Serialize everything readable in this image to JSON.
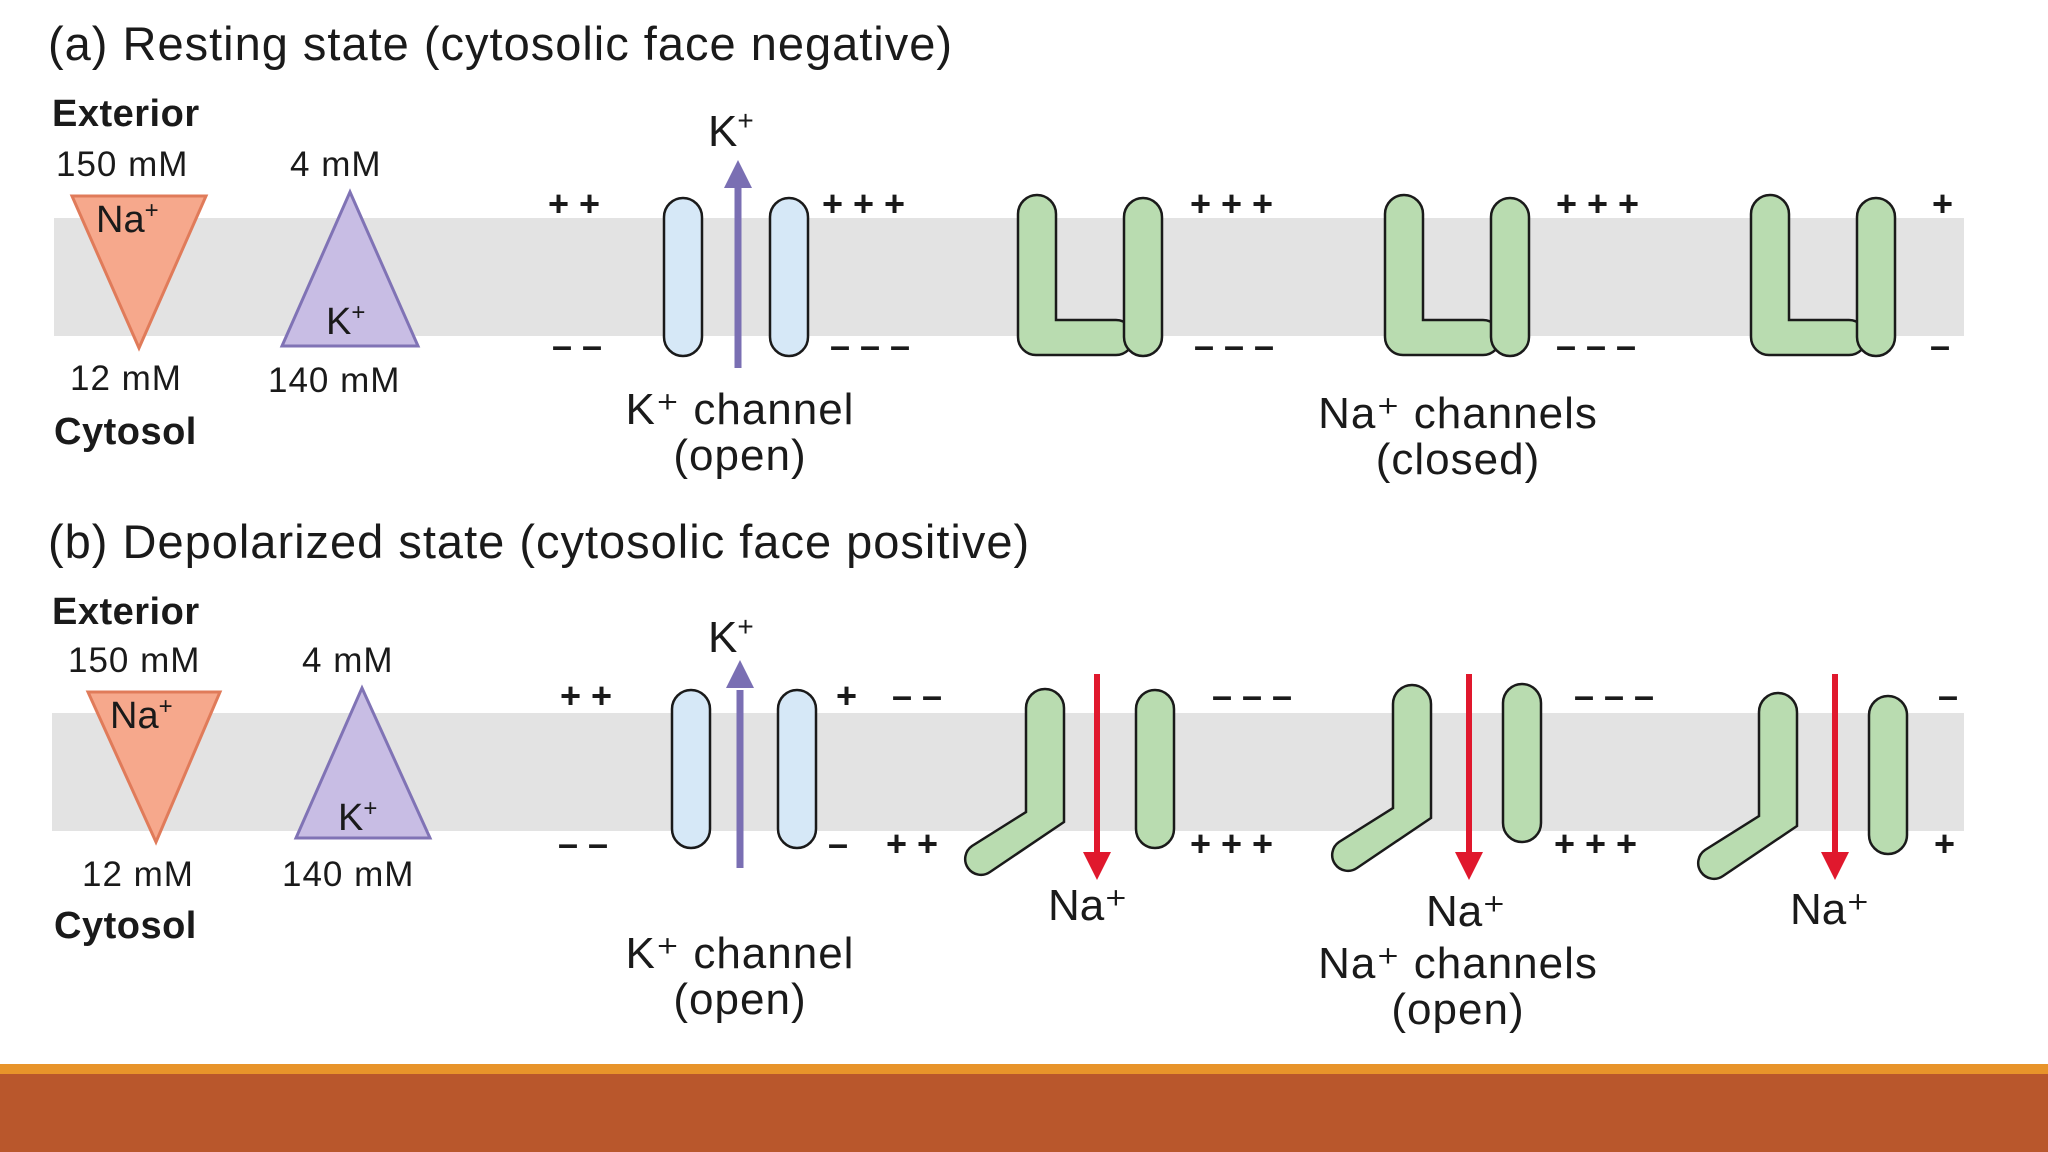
{
  "panel_a": {
    "title": "(a) Resting state (cytosolic face negative)",
    "exterior": "Exterior",
    "cytosol": "Cytosol",
    "na_out": "150 mM",
    "k_out": "4 mM",
    "na_in": "12 mM",
    "k_in": "140 mM",
    "na_ion": "Na",
    "k_ion": "K",
    "plus_sup": "+",
    "k_arrow_ion": "K",
    "k_channel_label": "K⁺ channel",
    "k_channel_state": "(open)",
    "na_channels_label": "Na⁺ channels",
    "na_channels_state": "(closed)"
  },
  "panel_b": {
    "title": "(b) Depolarized state (cytosolic face positive)",
    "exterior": "Exterior",
    "cytosol": "Cytosol",
    "na_out": "150 mM",
    "k_out": "4 mM",
    "na_in": "12 mM",
    "k_in": "140 mM",
    "na_ion": "Na",
    "k_ion": "K",
    "plus_sup": "+",
    "k_arrow_ion": "K",
    "na_flow_ion": "Na⁺",
    "k_channel_label": "K⁺ channel",
    "k_channel_state": "(open)",
    "na_channels_label": "Na⁺ channels",
    "na_channels_state": "(open)"
  },
  "charges": {
    "plus": "+",
    "minus": "–",
    "plus_pair": "+ +",
    "plus_triple": "+ + +",
    "minus_pair": "– –",
    "minus_triple": "– – –"
  },
  "colors": {
    "k_arrow": "#7a6fb3",
    "na_arrow": "#e0182d",
    "accent_bar": "#b9572c",
    "accent_line": "#e8942a"
  }
}
